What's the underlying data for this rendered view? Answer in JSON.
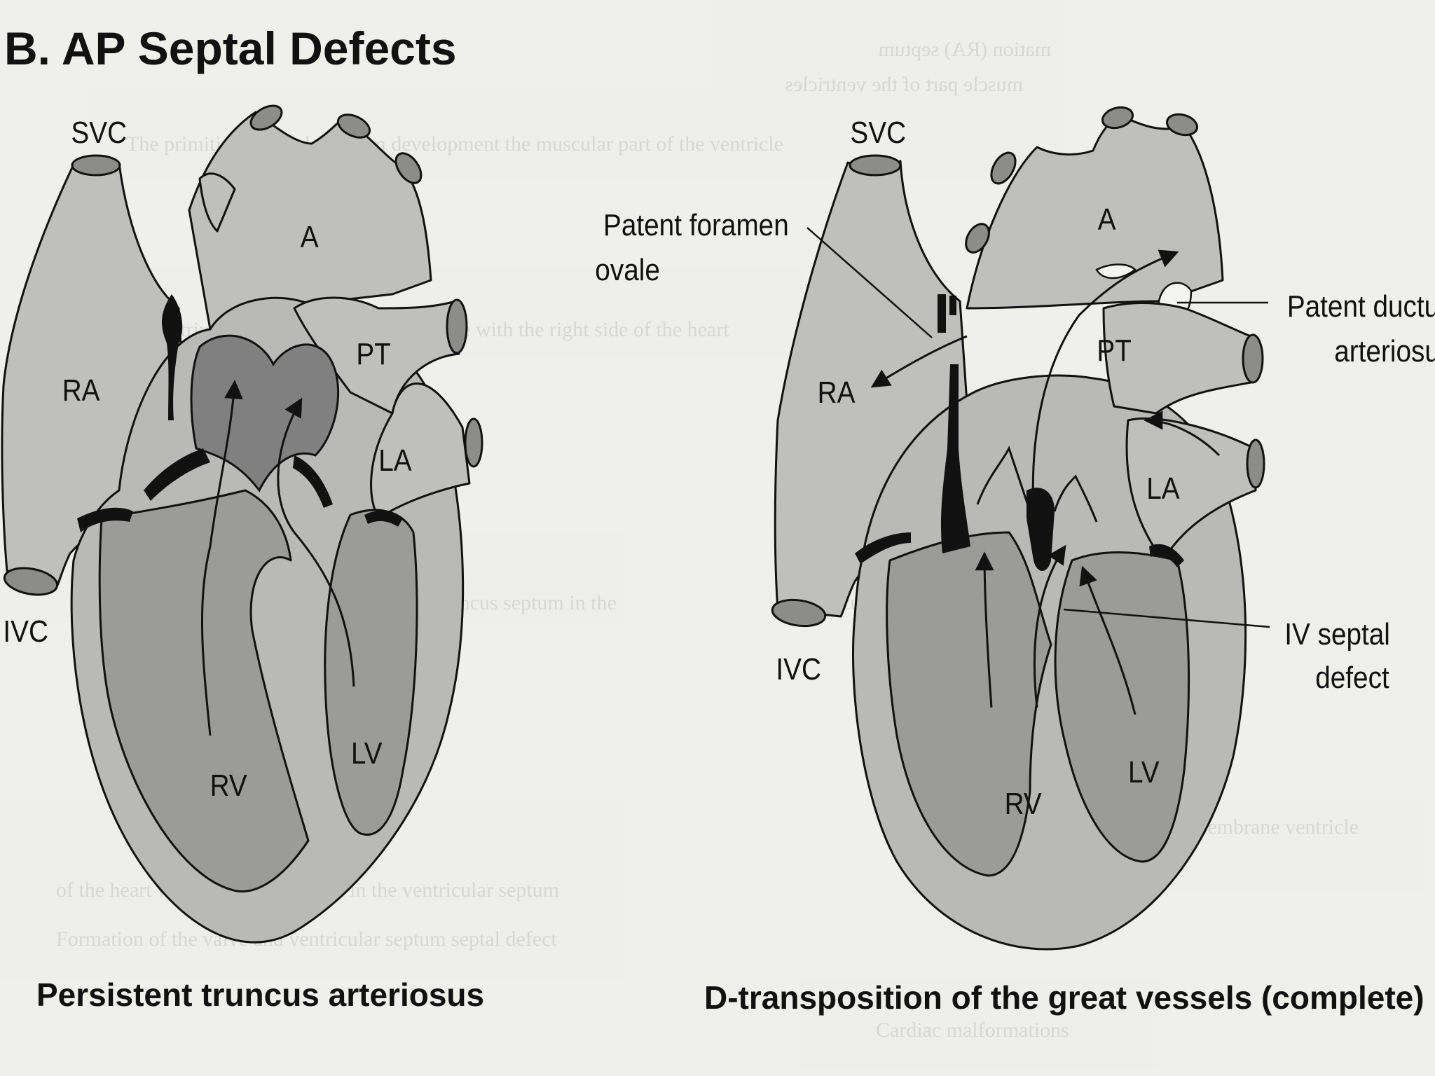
{
  "title": "B. AP Septal Defects",
  "figures": [
    {
      "caption": "Persistent truncus arteriosus",
      "labels": {
        "svc": "SVC",
        "ivc": "IVC",
        "ra": "RA",
        "a": "A",
        "pt": "PT",
        "la": "LA",
        "rv": "RV",
        "lv": "LV"
      }
    },
    {
      "caption": "D-transposition of the great vessels (complete)",
      "labels": {
        "svc": "SVC",
        "ivc": "IVC",
        "ra": "RA",
        "a": "A",
        "pt": "PT",
        "la": "LA",
        "rv": "RV",
        "lv": "LV"
      },
      "annotations": {
        "foramen_line1": "Patent foramen",
        "foramen_line2": "ovale",
        "ductus_line1": "Patent ductu",
        "ductus_line2": "arteriosu",
        "septal_line1": "IV septal",
        "septal_line2": "defect"
      }
    }
  ]
}
